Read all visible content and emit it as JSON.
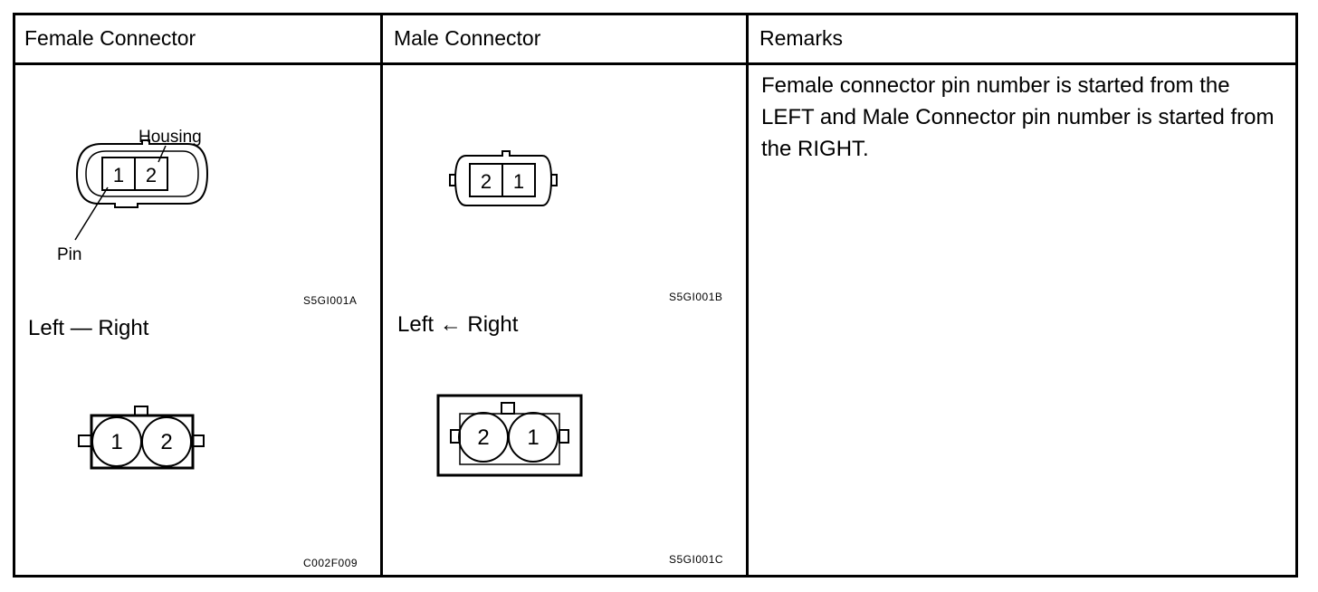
{
  "table": {
    "headers": [
      "Female Connector",
      "Male Connector",
      "Remarks"
    ],
    "remarks": "Female connector pin number is started from the LEFT and Male Connector pin number is started from the RIGHT."
  },
  "female": {
    "housing_label": "Housing",
    "pin_label": "Pin",
    "pins_top": [
      "1",
      "2"
    ],
    "code_top": "S5GI001A",
    "direction_left": "Left",
    "direction_arrow": "—",
    "direction_right": "Right",
    "pins_bottom": [
      "1",
      "2"
    ],
    "code_bottom": "C002F009"
  },
  "male": {
    "pins_top": [
      "2",
      "1"
    ],
    "code_top": "S5GI001B",
    "direction_left": "Left",
    "direction_arrow": "←",
    "direction_right": "Right",
    "pins_bottom": [
      "2",
      "1"
    ],
    "code_bottom": "S5GI001C"
  }
}
